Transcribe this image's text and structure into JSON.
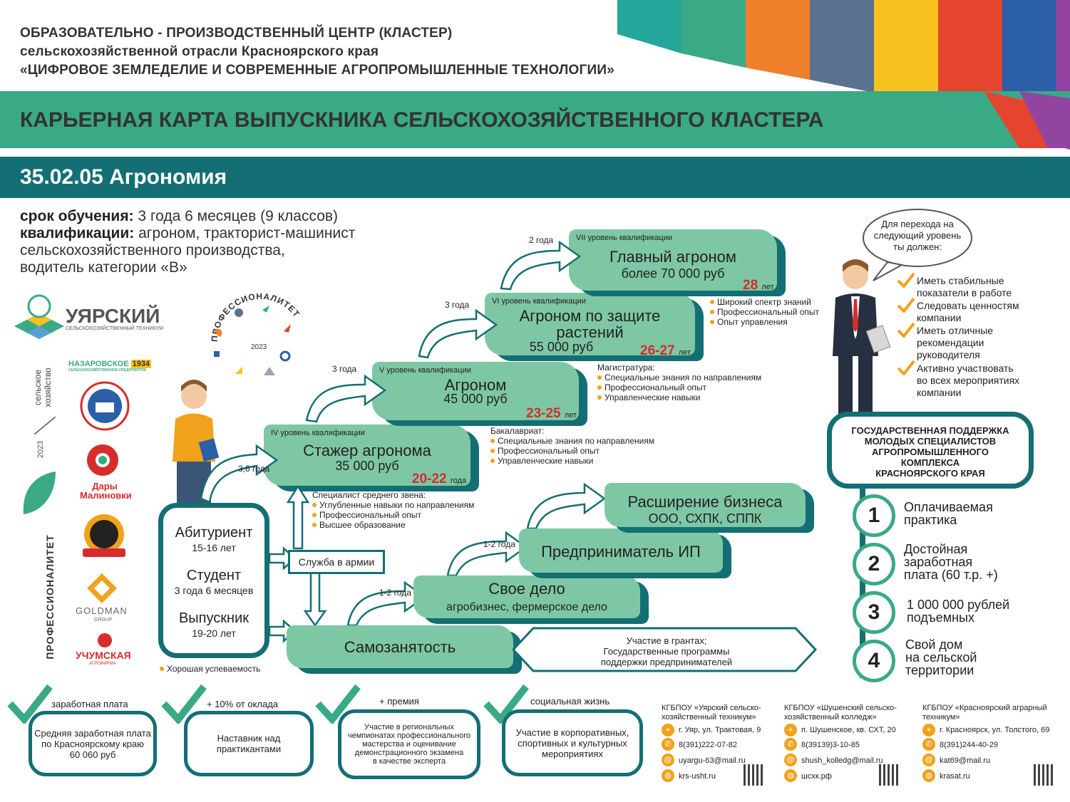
{
  "header": {
    "line1": "ОБРАЗОВАТЕЛЬНО - ПРОИЗВОДСТВЕННЫЙ ЦЕНТР (КЛАСТЕР)",
    "line2": "сельскохозяйственной отрасли Красноярского края",
    "line3": "«ЦИФРОВОЕ ЗЕМЛЕДЕЛИЕ И СОВРЕМЕННЫЕ АГРОПРОМЫШЛЕННЫЕ ТЕХНОЛОГИИ»"
  },
  "colors": {
    "stripes": [
      "#24a69a",
      "#3aa986",
      "#ee7f2a",
      "#5b7190",
      "#f7c21d",
      "#e5452e",
      "#2b5fa8",
      "#9145a0"
    ],
    "teal_dark": "#136f73",
    "green": "#3aa986",
    "step": "#7ec7a4",
    "red": "#d62c2c",
    "bullet": "#f0a21a"
  },
  "banner_title": "КАРЬЕРНАЯ КАРТА ВЫПУСКНИКА СЕЛЬСКОХОЗЯЙСТВЕННОГО КЛАСТЕРА",
  "specialty": "35.02.05 Агрономия",
  "intro": {
    "term_label": "срок обучения:",
    "term_value": " 3 года 6 месяцев (9 классов)",
    "qual_label": "квалификации:",
    "qual_value_1": " агроном, тракторист-машинист",
    "qual_value_2": "сельскохозяйственного производства,",
    "qual_value_3": "водитель категории «В»"
  },
  "logos": {
    "uyar": "УЯРСКИЙ",
    "uyar_sub": "СЕЛЬСКОХОЗЯЙСТВЕННЫЙ ТЕХНИКУМ",
    "selskoe": "сельское хозяйство",
    "year": "2023",
    "nazarovskoe": "НАЗАРОВСКОЕ",
    "nazarovskoe_year": "1934",
    "nazarovskoe_sub": "СЕЛЬСКОХОЗЯЙСТВЕННОЕ ПРЕДПРИЯТИЕ",
    "dary_1": "Дары",
    "dary_2": "Малиновки",
    "goldman": "GOLDMAN",
    "goldman_sub": "GROUP",
    "uchum": "УЧУМСКАЯ",
    "uchum_sub": "АГРОФИРМА",
    "prof_vertical": "ПРОФЕССИОНАЛИТЕТ",
    "prof_circle": "ПРОФЕССИОНАЛИТЕТ",
    "prof_year": "2023"
  },
  "levels": [
    {
      "level": "IV уровень квалификации",
      "title": "Стажер агронома",
      "salary": "35 000 руб",
      "age": "20-22",
      "age_unit": "года"
    },
    {
      "level": "V уровень квалификации",
      "title": "Агроном",
      "salary": "45 000 руб",
      "age": "23-25",
      "age_unit": "лет"
    },
    {
      "level": "VI уровень квалификации",
      "title_1": "Агроном по защите",
      "title_2": "растений",
      "salary": "55 000 руб",
      "age": "26-27",
      "age_unit": "лет"
    },
    {
      "level": "VII уровень квалификации",
      "title": "Главный агроном",
      "salary": "более 70 000 руб",
      "age": "28",
      "age_unit": "лет"
    }
  ],
  "durations": {
    "d1": "3,6 года",
    "d2": "3 года",
    "d3": "3 года",
    "d4": "2 года",
    "b1": "1-2 года",
    "b2": "1-2 года"
  },
  "notes": {
    "spo_title": "Специалист среднего звена:",
    "spo": [
      "Углубленные навыки по направлениям",
      "Профессиональный опыт",
      "Высшее образование"
    ],
    "bak_title": "Бакалавриат:",
    "bak": [
      "Специальные знания по направлениям",
      "Профессиональный опыт",
      "Управленческие навыки"
    ],
    "mag_title": "Магистратура:",
    "mag": [
      "Специальные знания по направлениям",
      "Профессиональный опыт",
      "Управленческие навыки"
    ],
    "vi": [
      "Широкий спектр знаний",
      "Профессиональный опыт",
      "Опыт управления"
    ]
  },
  "student_box": {
    "a1": "Абитуриент",
    "a2": "15-16 лет",
    "s1": "Студент",
    "s2": "3 года 6 месяцев",
    "g1": "Выпускник",
    "g2": "19-20 лет",
    "note": "Хорошая успеваемость"
  },
  "army": "Служба в армии",
  "business": {
    "self": "Самозанятость",
    "own_1": "Свое дело",
    "own_2": "агробизнес, фермерское дело",
    "ip": "Предприниматель ИП",
    "expand_1": "Расширение бизнеса",
    "expand_2": "ООО, СХПК, СППК",
    "grants_1": "Участие в грантах;",
    "grants_2": "Государственные программы",
    "grants_3": "поддержки предпринимателей"
  },
  "bubble": {
    "l1": "Для перехода на",
    "l2": "следующий уровень",
    "l3": "ты должен:"
  },
  "requirements": [
    [
      "Иметь стабильные",
      "показатели в работе"
    ],
    [
      "Следовать ценностям",
      "компании"
    ],
    [
      "Иметь отличные",
      "рекомендации",
      "руководителя"
    ],
    [
      "Активно участвовать",
      "во всех мероприятиях",
      "компании"
    ]
  ],
  "gov": {
    "t1": "ГОСУДАРСТВЕННАЯ ПОДДЕРЖКА",
    "t2": "МОЛОДЫХ СПЕЦИАЛИСТОВ",
    "t3": "АГРОПРОМЫШЛЕННОГО",
    "t4": "КОМПЛЕКСА",
    "t5": "КРАСНОЯРСКОГО КРАЯ",
    "items": [
      {
        "n": "1",
        "l1": "Оплачиваемая",
        "l2": "практика",
        "l3": ""
      },
      {
        "n": "2",
        "l1": "Достойная",
        "l2": "заработная",
        "l3": "плата (60 т.р. +)"
      },
      {
        "n": "3",
        "l1": "1 000 000 рублей",
        "l2": "подъемных",
        "l3": ""
      },
      {
        "n": "4",
        "l1": "Свой дом",
        "l2": "на сельской",
        "l3": "территории"
      }
    ]
  },
  "benefits": [
    {
      "cap": "заработная плата",
      "l1": "Средняя заработная плата",
      "l2": "по Красноярскому краю",
      "l3": "60 060 руб",
      "l4": ""
    },
    {
      "cap": "+ 10% от оклада",
      "l1": "Наставник над",
      "l2": "практикантами",
      "l3": "",
      "l4": ""
    },
    {
      "cap": "+ премия",
      "l1": "Участие в региональных",
      "l2": "чемпионатах профессионального",
      "l3": "мастерства и оценивание",
      "l4": "демонстрационного экзамена",
      "l5": "в качестве эксперта"
    },
    {
      "cap": "социальная жизнь",
      "l1": "Участие в корпоративных,",
      "l2": "спортивных и культурных",
      "l3": "мероприятиях",
      "l4": ""
    }
  ],
  "contacts": [
    {
      "name_1": "КГБПОУ «Уярский сельско-",
      "name_2": "хозяйственный техникум»",
      "addr": "г. Уяр, ул. Трактовая, 9",
      "phone": "8(391)222-07-82",
      "email": "uyargu-63@mail.ru",
      "site": "krs-usht.ru"
    },
    {
      "name_1": "КГБПОУ «Шушенский сельско-",
      "name_2": "хозяйственный колледж»",
      "addr": "п. Шушенское, кв. СХТ, 20",
      "phone": "8(39139)3-10-85",
      "email": "shush_kolledg@mail.ru",
      "site": "шсхк.рф"
    },
    {
      "name_1": "КГБПОУ «Красноярский аграрный",
      "name_2": "техникум»",
      "addr": "г. Красноярск, ул. Толстого, 69",
      "phone": "8(391)244-40-29",
      "email": "kat69@mail.ru",
      "site": "krasat.ru"
    }
  ]
}
